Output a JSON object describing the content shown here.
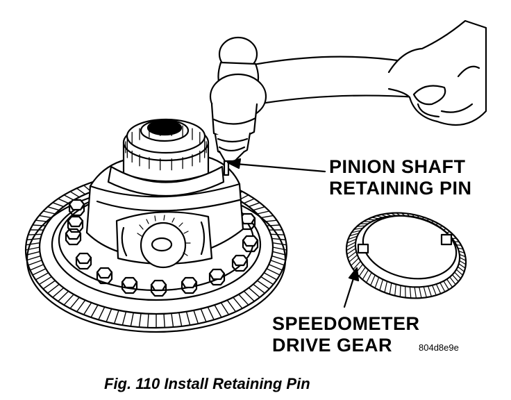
{
  "labels": {
    "pinion_line1": "PINION SHAFT",
    "pinion_line2": "RETAINING PIN",
    "gear_line1": "SPEEDOMETER",
    "gear_line2": "DRIVE GEAR",
    "reference": "804d8e9e"
  },
  "caption": "Fig. 110 Install Retaining Pin"
}
